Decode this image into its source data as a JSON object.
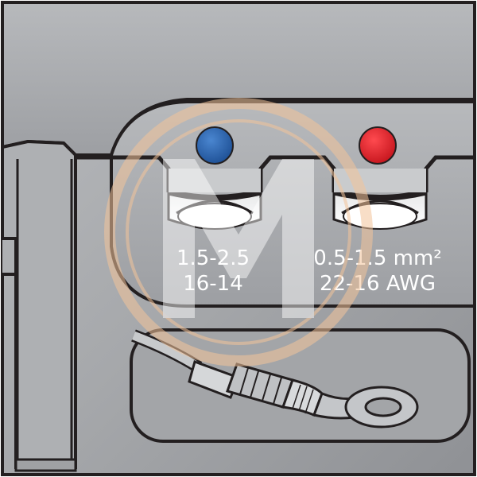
{
  "die": {
    "cavities": [
      {
        "dot_color": "#2a5fa8",
        "metric_label": "1.5-2.5",
        "awg_label": "16-14"
      },
      {
        "dot_color": "#e2232d",
        "metric_label": "0.5-1.5 mm²",
        "awg_label": "22-16 AWG"
      }
    ],
    "body_color": "#a9abae",
    "outline_color": "#231f20"
  },
  "terminal": {
    "type_icon": "ring-terminal-icon"
  },
  "watermark": {
    "icon": "m-logo-watermark-icon",
    "color": "#f3c49a"
  }
}
